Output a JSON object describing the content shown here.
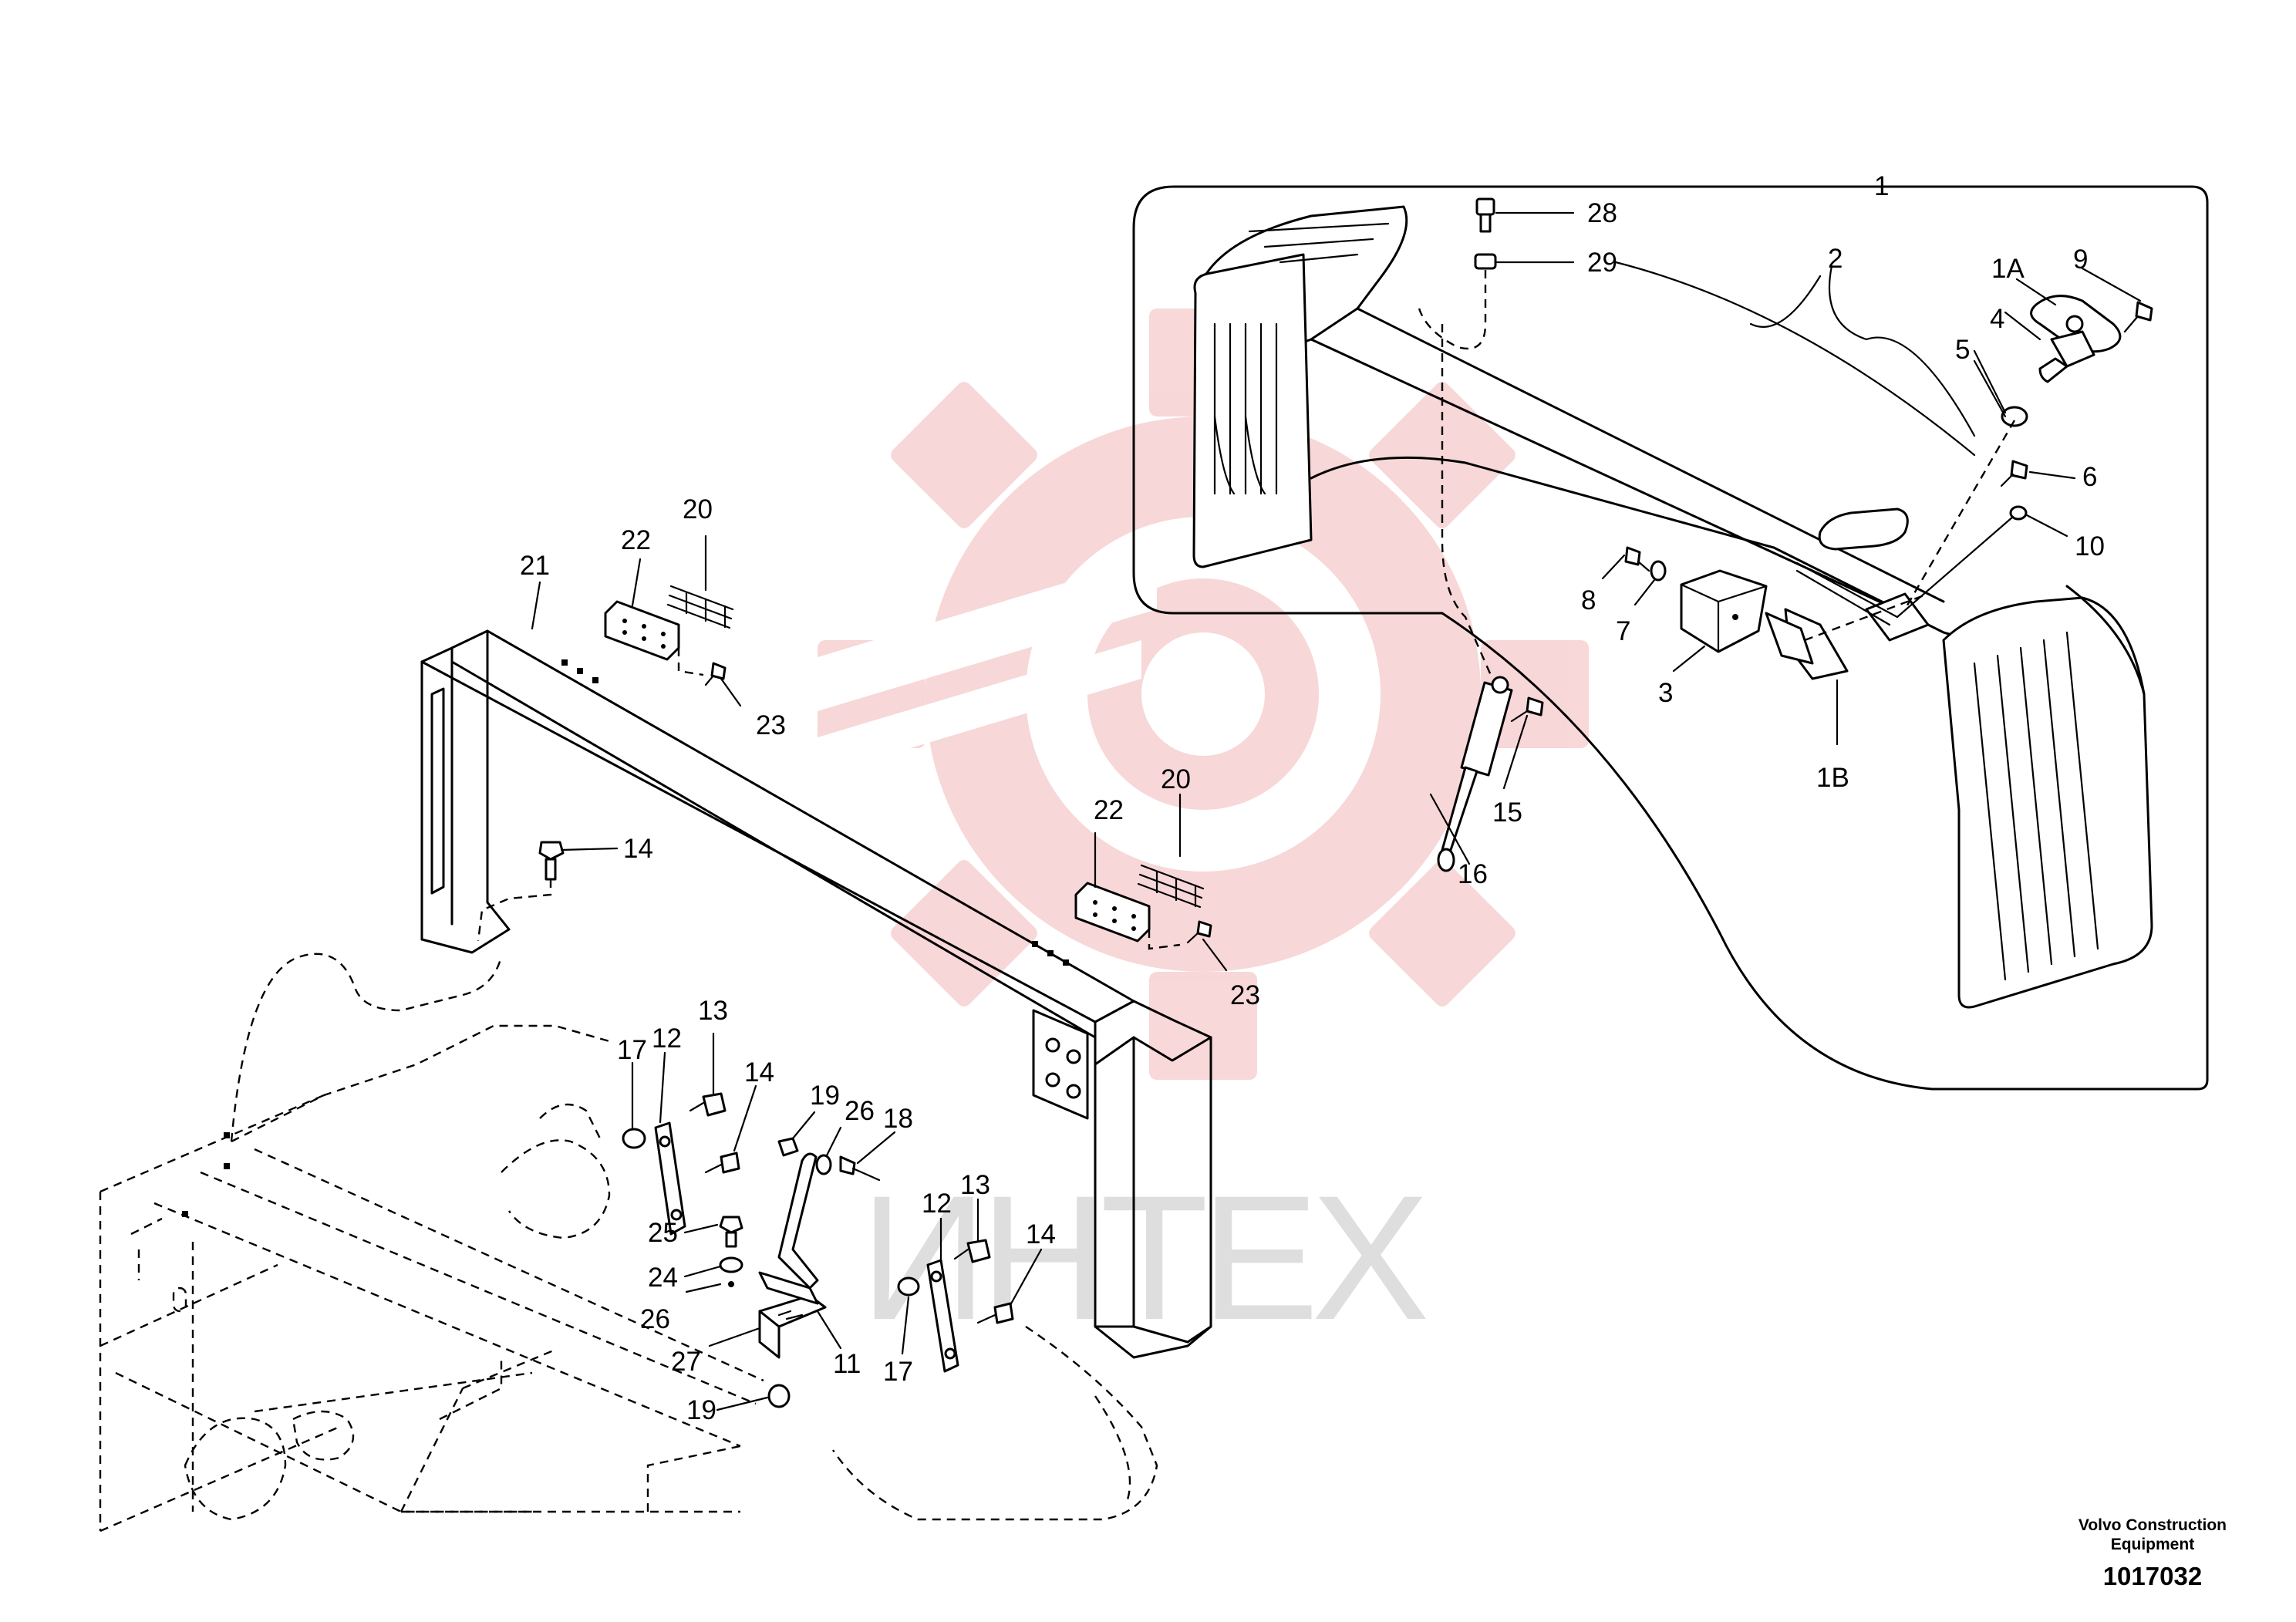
{
  "watermark": {
    "text": "ИНТЕХ",
    "color": "#f2b8b8",
    "text_color": "#d3d3d3"
  },
  "labels": [
    {
      "id": "l1",
      "text": "1"
    },
    {
      "id": "l2",
      "text": "2"
    },
    {
      "id": "l28",
      "text": "28"
    },
    {
      "id": "l29",
      "text": "29"
    },
    {
      "id": "l1a",
      "text": "1A"
    },
    {
      "id": "l9",
      "text": "9"
    },
    {
      "id": "l4",
      "text": "4"
    },
    {
      "id": "l5",
      "text": "5"
    },
    {
      "id": "l6",
      "text": "6"
    },
    {
      "id": "l10",
      "text": "10"
    },
    {
      "id": "l8",
      "text": "8"
    },
    {
      "id": "l7",
      "text": "7"
    },
    {
      "id": "l3",
      "text": "3"
    },
    {
      "id": "l1b",
      "text": "1B"
    },
    {
      "id": "l15",
      "text": "15"
    },
    {
      "id": "l16",
      "text": "16"
    },
    {
      "id": "l21",
      "text": "21"
    },
    {
      "id": "l22a",
      "text": "22"
    },
    {
      "id": "l20a",
      "text": "20"
    },
    {
      "id": "l23a",
      "text": "23"
    },
    {
      "id": "l14a",
      "text": "14"
    },
    {
      "id": "l22b",
      "text": "22"
    },
    {
      "id": "l20b",
      "text": "20"
    },
    {
      "id": "l23b",
      "text": "23"
    },
    {
      "id": "l17a",
      "text": "17"
    },
    {
      "id": "l12a",
      "text": "12"
    },
    {
      "id": "l13a",
      "text": "13"
    },
    {
      "id": "l14b",
      "text": "14"
    },
    {
      "id": "l19a",
      "text": "19"
    },
    {
      "id": "l26a",
      "text": "26"
    },
    {
      "id": "l18",
      "text": "18"
    },
    {
      "id": "l25",
      "text": "25"
    },
    {
      "id": "l24",
      "text": "24"
    },
    {
      "id": "l26b",
      "text": "26"
    },
    {
      "id": "l27",
      "text": "27"
    },
    {
      "id": "l11",
      "text": "11"
    },
    {
      "id": "l19b",
      "text": "19"
    },
    {
      "id": "l12b",
      "text": "12"
    },
    {
      "id": "l13b",
      "text": "13"
    },
    {
      "id": "l14c",
      "text": "14"
    },
    {
      "id": "l17b",
      "text": "17"
    }
  ],
  "footer": {
    "brand_line1": "Volvo Construction",
    "brand_line2": "Equipment",
    "drawing_number": "1017032"
  }
}
